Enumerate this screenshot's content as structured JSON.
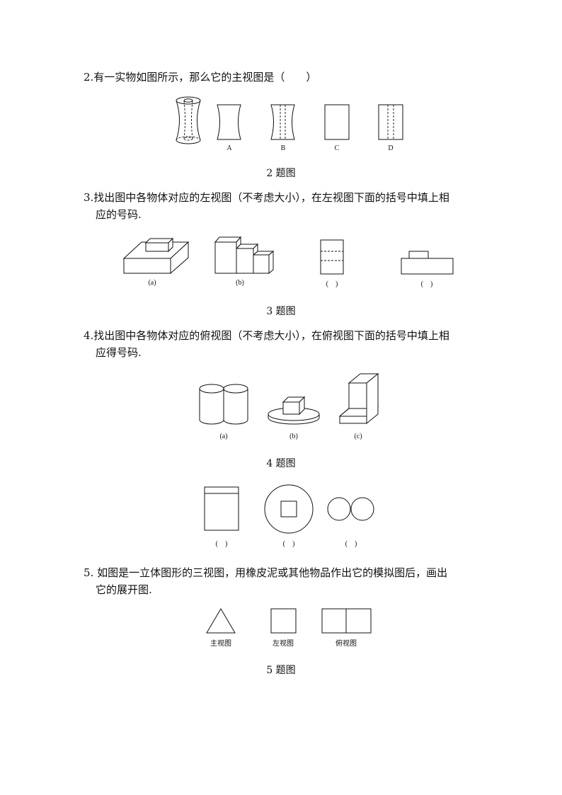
{
  "q2": {
    "line1": "2.有一实物如图所示，那么它的主视图是（　　）",
    "labels": [
      "A",
      "B",
      "C",
      "D"
    ],
    "caption": "2 题图"
  },
  "q3": {
    "line1": "3.找出图中各物体对应的左视图（不考虑大小），在左视图下面的括号中填上相",
    "line2": "应的号码.",
    "labels": [
      "(a)",
      "(b)",
      "(　)",
      "(　)"
    ],
    "caption": "3 题图"
  },
  "q4": {
    "line1": "4.找出图中各物体对应的俯视图（不考虑大小），在俯视图下面的括号中填上相",
    "line2": "应得号码.",
    "labels": [
      "(a)",
      "(b)",
      "(c)"
    ],
    "caption": "4 题图",
    "view_labels": [
      "(　)",
      "(　)",
      "(　)"
    ]
  },
  "q5": {
    "line1": "5. 如图是一立体图形的三视图，用橡皮泥或其他物品作出它的模拟图后，画出",
    "line2": "它的展开图.",
    "labels": [
      "主视图",
      "左视图",
      "俯视图"
    ],
    "caption": "5 题图"
  }
}
